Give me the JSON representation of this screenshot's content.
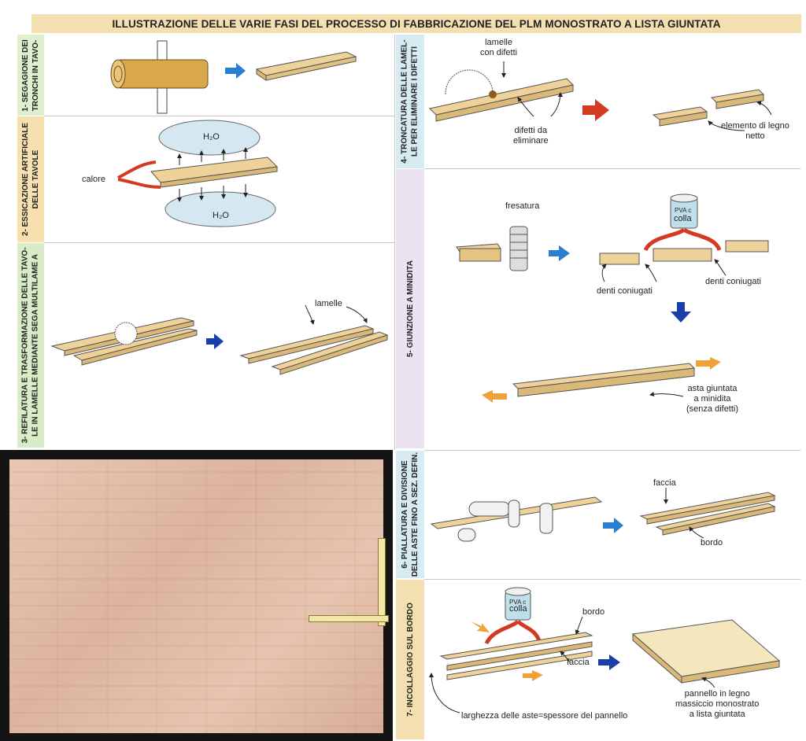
{
  "title": "ILLUSTRAZIONE DELLE VARIE FASI DEL PROCESSO DI FABBRICAZIONE DEL PLM MONOSTRATO A LISTA GIUNTATA",
  "steps": {
    "s1": {
      "line1": "1- SEGAGIONE DEI",
      "line2": "TRONCHI IN TAVO-",
      "color": "#dff0cf"
    },
    "s2": {
      "line1": "2- ESSICAZIONE ARTIFICIALE",
      "line2": "DELLE TAVOLE",
      "color": "#f7e0b0"
    },
    "s3": {
      "line1": "3- REFILATURA E TRASFORMAZIONE DELLE TAVO-",
      "line2": "LE   IN LAMELLE MEDIANTE SEGA MULTILAME A",
      "color": "#d9ecc8"
    },
    "s4": {
      "line1": "4- TRONCATURA DELLE LAMEL-",
      "line2": "LE PER ELIMINARE I DIFETTI",
      "color": "#d6ebf2"
    },
    "s5": {
      "line1": "5- GIUNZIONE A MINIDITA",
      "color": "#ebe3f2"
    },
    "s6": {
      "line1": "6- PIALLATURA E DIVISIONE",
      "line2": "DELLE ASTE FINO A SEZ. DEFIN.",
      "color": "#d6ebf2"
    },
    "s7": {
      "line1": "7- INCOLLAGGIO SUL BORDO",
      "color": "#f4dfb0"
    }
  },
  "labels": {
    "h2o": "H₂O",
    "calore": "calore",
    "lamelle": "lamelle",
    "lamelle_difetti_1": "lamelle",
    "lamelle_difetti_2": "con difetti",
    "difetti_1": "difetti da",
    "difetti_2": "eliminare",
    "elemento_1": "elemento di legno",
    "elemento_2": "netto",
    "fresatura": "fresatura",
    "pva": "PVA c",
    "colla": "colla",
    "denti_1": "denti coniugati",
    "denti_2": "denti coniugati",
    "asta_1": "asta giuntata",
    "asta_2": "a minidita",
    "asta_3": "(senza difetti)",
    "faccia": "faccia",
    "bordo": "bordo",
    "bordo2": "bordo",
    "faccia2": "faccia",
    "larghezza": "larghezza delle aste=spessore del pannello",
    "pannello_1": "pannello in legno",
    "pannello_2": "massiccio monostrato",
    "pannello_3": "a lista giuntata"
  },
  "colors": {
    "blue_arrow": "#2a7fd0",
    "dark_blue_arrow": "#1b3fa8",
    "red_arrow": "#d23b22",
    "orange_arrow": "#f0a23a",
    "wood": "#efd9a0"
  }
}
